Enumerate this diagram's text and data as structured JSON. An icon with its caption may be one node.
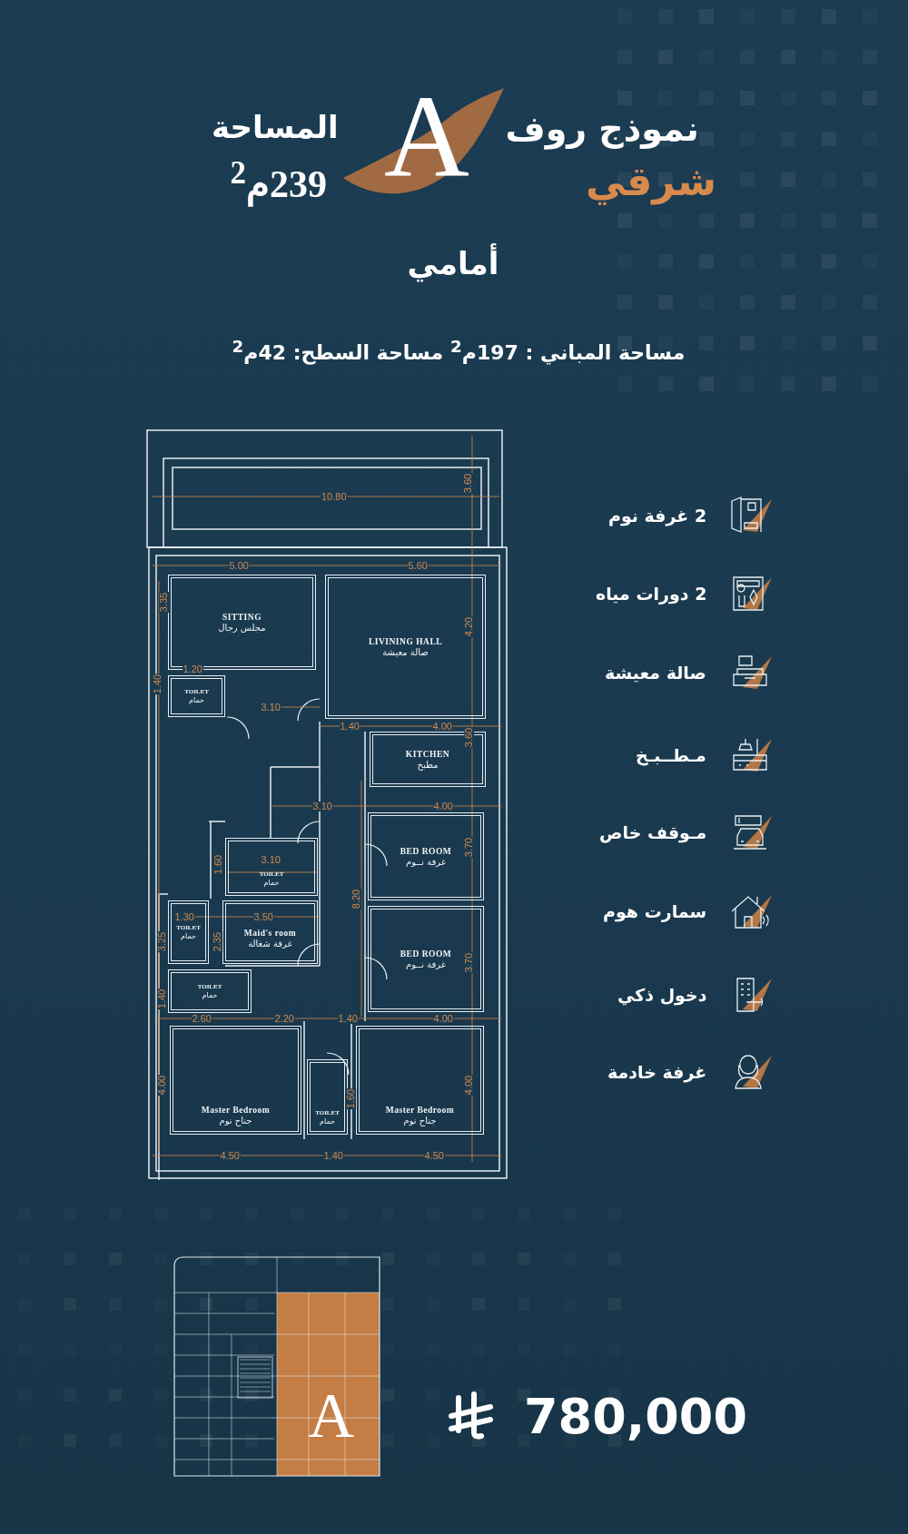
{
  "diagram": {
    "nodes": [
      {
        "text": [
          "SITTING",
          "مجلس رجال"
        ]
      },
      {
        "text": [
          "LIVINING HALL",
          "صالة معيشة"
        ]
      },
      {
        "text": [
          "TOILET",
          "حمام"
        ]
      },
      {
        "text": [
          "KITCHEN",
          "مطبخ"
        ]
      },
      {
        "text": [
          "BED ROOM",
          "غرفة نــوم"
        ]
      },
      {
        "text": [
          "TOILET",
          "حمام"
        ]
      },
      {
        "text": [
          "TOILET",
          "حمام"
        ]
      },
      {
        "text": [
          "Maid's room",
          "غرفة شغالة"
        ]
      },
      {
        "text": [
          "BED ROOM",
          "غرفة نــوم"
        ]
      },
      {
        "text": [
          "TOILET",
          "حمام"
        ]
      },
      {
        "text": [
          "Master Bedroom",
          "جناح نوم"
        ]
      },
      {
        "text": [
          "TOILET",
          "حمام"
        ]
      },
      {
        "text": [
          "Master Bedroom",
          "جناح نوم"
        ]
      }
    ],
    "labels": [
      "المساحة",
      "A",
      "نموذج روف",
      "239م$^{2}$",
      "شرقي",
      "أمامي",
      "مساحة السطح: 42م$^{2}$",
      "مساحة المباني : 197م$^{2}$",
      "10.80",
      "3.60",
      "5.00",
      "5.60",
      "3.35",
      "4.20",
      "1.40",
      "1.20",
      "3.10",
      "1.40",
      "4.00",
      "3.60",
      "3.10",
      "4.00",
      "3.70",
      "1.60",
      "3.10",
      "8.20",
      "1.30",
      "3.50",
      "3.25",
      "2.35",
      "3.70",
      "1.40",
      "2.60",
      "2.20",
      "1.40",
      "4.00",
      "4.00",
      "1.60",
      "4.00",
      "4.50",
      "1.40",
      "4.50",
      "2 غرفة نوم",
      "2 دورات مياه",
      "صالة معيشة",
      "مـطــبـخ",
      "مـوقف خاص",
      "سمارت هوم",
      "دخول ذكي",
      "غرفة خادمة",
      "A",
      "780,000"
    ]
  }
}
